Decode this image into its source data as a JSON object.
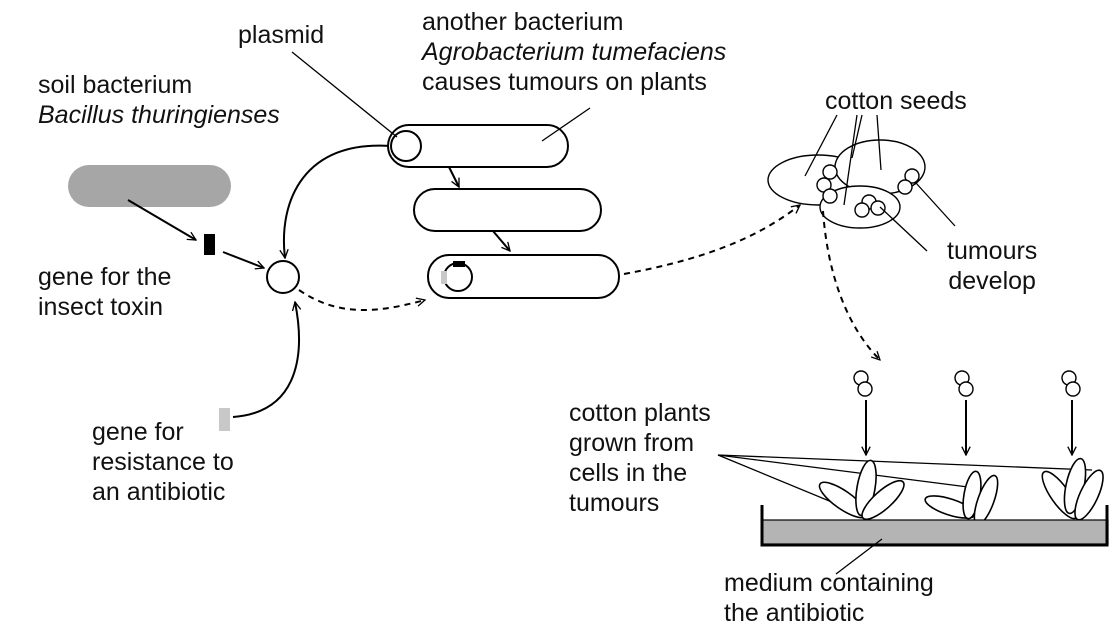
{
  "labels": {
    "soil_bacterium": {
      "line1": "soil bacterium",
      "line2": "Bacillus thuringienses"
    },
    "plasmid": "plasmid",
    "another_bacterium": {
      "line1": "another bacterium",
      "line2": "Agrobacterium tumefaciens",
      "line3": "causes tumours on plants"
    },
    "cotton_seeds": "cotton seeds",
    "gene_toxin": {
      "line1": "gene for the",
      "line2": "insect toxin"
    },
    "tumours_develop": {
      "line1": "tumours",
      "line2": "develop"
    },
    "gene_resistance": {
      "line1": "gene for",
      "line2": "resistance to",
      "line3": "an antibiotic"
    },
    "cotton_plants": {
      "line1": "cotton plants",
      "line2": "grown from",
      "line3": "cells in the",
      "line4": "tumours"
    },
    "medium": {
      "line1": "medium containing",
      "line2": "the antibiotic"
    }
  },
  "colors": {
    "bacillus": "#a6a6a6",
    "toxin_gene": "#000000",
    "resistance_gene": "#c8c8c8",
    "medium": "#b4b4b4",
    "line": "#000000"
  }
}
